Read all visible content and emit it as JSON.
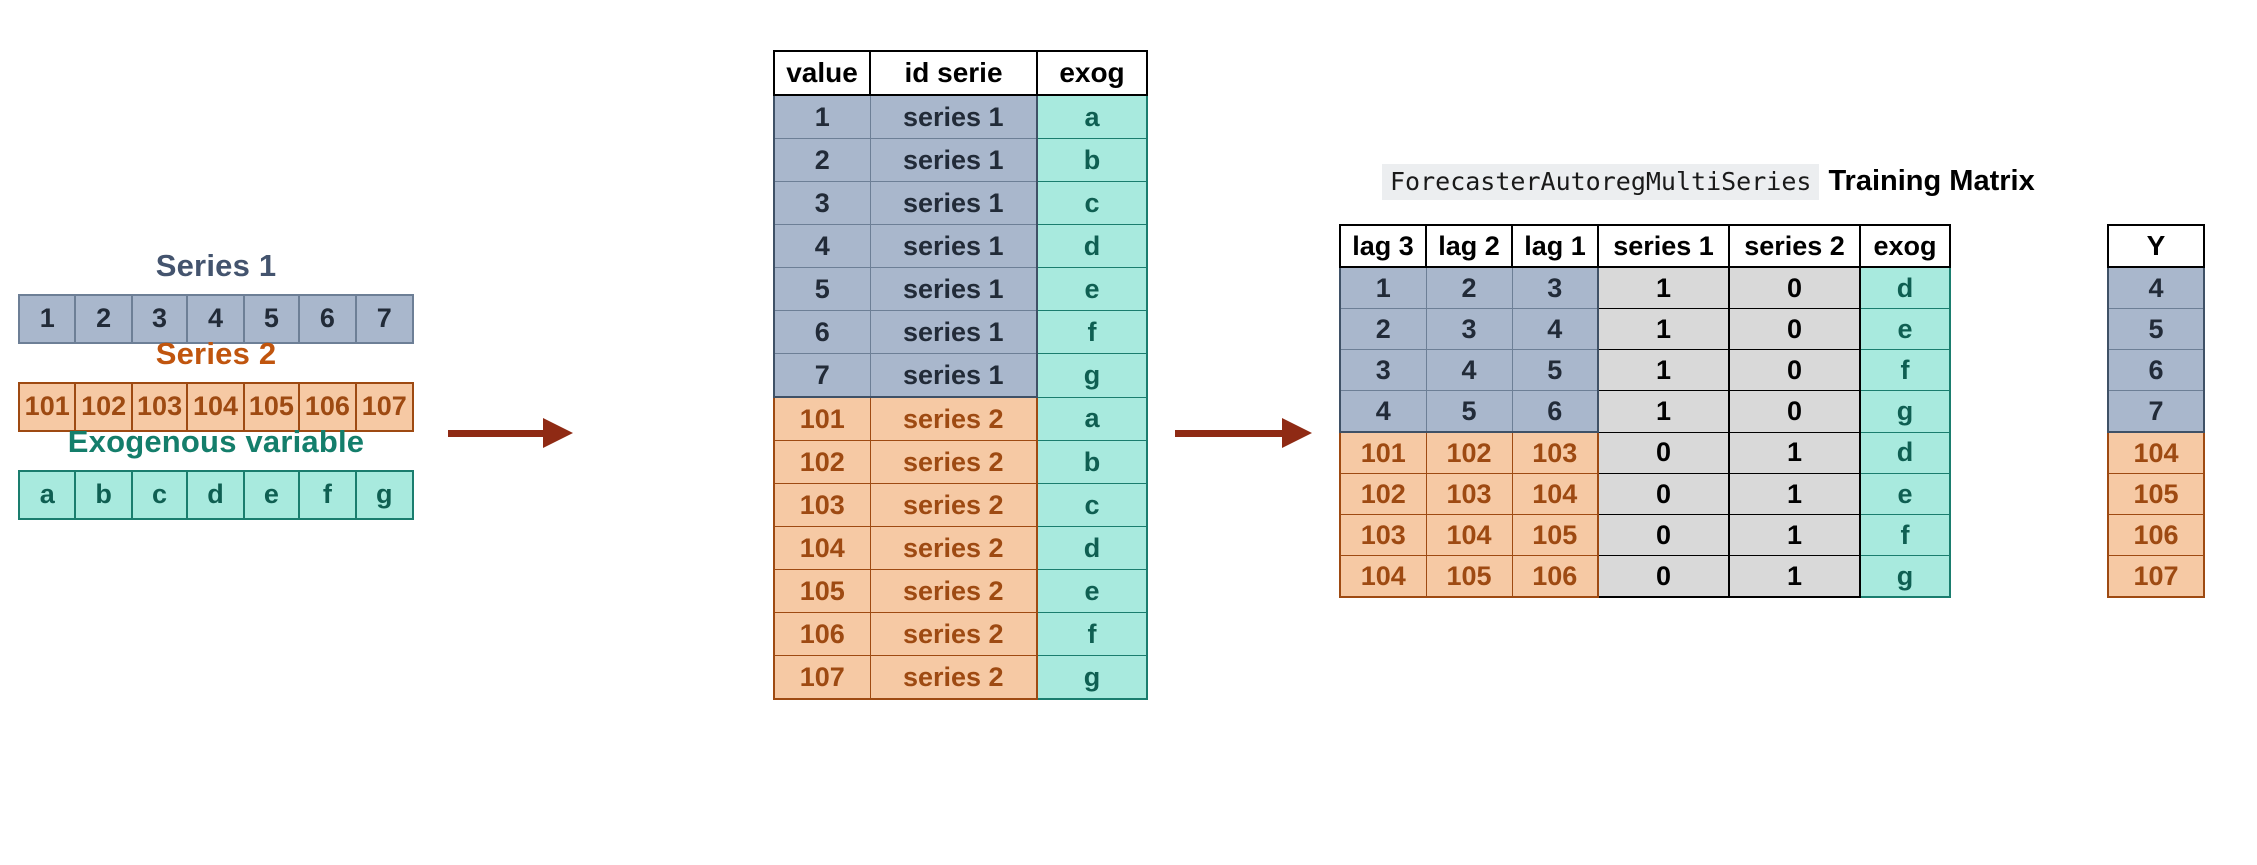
{
  "left_block": {
    "series1": {
      "title": "Series 1",
      "color": "#44546e",
      "values": [
        "1",
        "2",
        "3",
        "4",
        "5",
        "6",
        "7"
      ]
    },
    "series2": {
      "title": "Series 2",
      "color": "#c0550e",
      "values": [
        "101",
        "102",
        "103",
        "104",
        "105",
        "106",
        "107"
      ]
    },
    "exog": {
      "title": "Exogenous variable",
      "color": "#147e6b",
      "values": [
        "a",
        "b",
        "c",
        "d",
        "e",
        "f",
        "g"
      ]
    }
  },
  "arrows": {
    "color": "#8f2a14",
    "arrow1_name": "arrow-series-to-long-table",
    "arrow2_name": "arrow-long-table-to-training-matrix"
  },
  "long_table": {
    "headers": [
      "value",
      "id serie",
      "exog"
    ],
    "rows": [
      {
        "value": "1",
        "id_serie": "series 1",
        "exog": "a",
        "style": "blue"
      },
      {
        "value": "2",
        "id_serie": "series 1",
        "exog": "b",
        "style": "blue"
      },
      {
        "value": "3",
        "id_serie": "series 1",
        "exog": "c",
        "style": "blue"
      },
      {
        "value": "4",
        "id_serie": "series 1",
        "exog": "d",
        "style": "blue"
      },
      {
        "value": "5",
        "id_serie": "series 1",
        "exog": "e",
        "style": "blue"
      },
      {
        "value": "6",
        "id_serie": "series 1",
        "exog": "f",
        "style": "blue"
      },
      {
        "value": "7",
        "id_serie": "series 1",
        "exog": "g",
        "style": "blue"
      },
      {
        "value": "101",
        "id_serie": "series 2",
        "exog": "a",
        "style": "orange"
      },
      {
        "value": "102",
        "id_serie": "series 2",
        "exog": "b",
        "style": "orange"
      },
      {
        "value": "103",
        "id_serie": "series 2",
        "exog": "c",
        "style": "orange"
      },
      {
        "value": "104",
        "id_serie": "series 2",
        "exog": "d",
        "style": "orange"
      },
      {
        "value": "105",
        "id_serie": "series 2",
        "exog": "e",
        "style": "orange"
      },
      {
        "value": "106",
        "id_serie": "series 2",
        "exog": "f",
        "style": "orange"
      },
      {
        "value": "107",
        "id_serie": "series 2",
        "exog": "g",
        "style": "orange"
      }
    ]
  },
  "training_matrix": {
    "title_code": "ForecasterAutoregMultiSeries",
    "title_bold": "Training Matrix",
    "headers": [
      "lag 3",
      "lag 2",
      "lag 1",
      "series 1",
      "series 2",
      "exog"
    ],
    "rows": [
      {
        "lag3": "1",
        "lag2": "2",
        "lag1": "3",
        "series1": "1",
        "series2": "0",
        "exog": "d",
        "style": "blue"
      },
      {
        "lag3": "2",
        "lag2": "3",
        "lag1": "4",
        "series1": "1",
        "series2": "0",
        "exog": "e",
        "style": "blue"
      },
      {
        "lag3": "3",
        "lag2": "4",
        "lag1": "5",
        "series1": "1",
        "series2": "0",
        "exog": "f",
        "style": "blue"
      },
      {
        "lag3": "4",
        "lag2": "5",
        "lag1": "6",
        "series1": "1",
        "series2": "0",
        "exog": "g",
        "style": "blue"
      },
      {
        "lag3": "101",
        "lag2": "102",
        "lag1": "103",
        "series1": "0",
        "series2": "1",
        "exog": "d",
        "style": "orange"
      },
      {
        "lag3": "102",
        "lag2": "103",
        "lag1": "104",
        "series1": "0",
        "series2": "1",
        "exog": "e",
        "style": "orange"
      },
      {
        "lag3": "103",
        "lag2": "104",
        "lag1": "105",
        "series1": "0",
        "series2": "1",
        "exog": "f",
        "style": "orange"
      },
      {
        "lag3": "104",
        "lag2": "105",
        "lag1": "106",
        "series1": "0",
        "series2": "1",
        "exog": "g",
        "style": "orange"
      }
    ]
  },
  "y_table": {
    "header": "Y",
    "rows": [
      {
        "value": "4",
        "style": "blue"
      },
      {
        "value": "5",
        "style": "blue"
      },
      {
        "value": "6",
        "style": "blue"
      },
      {
        "value": "7",
        "style": "blue"
      },
      {
        "value": "104",
        "style": "orange"
      },
      {
        "value": "105",
        "style": "orange"
      },
      {
        "value": "106",
        "style": "orange"
      },
      {
        "value": "107",
        "style": "orange"
      }
    ]
  },
  "palette": {
    "blue_fill": "#a9b7cc",
    "blue_border": "#6d7f96",
    "blue_text": "#222b38",
    "orange_fill": "#f6c9a4",
    "orange_border": "#9e4a12",
    "orange_text": "#9e4a12",
    "teal_fill": "#a8eade",
    "teal_border": "#1a7d6e",
    "teal_text": "#0f5f52",
    "gray_fill": "#d9d9d9",
    "arrow": "#8f2a14"
  }
}
